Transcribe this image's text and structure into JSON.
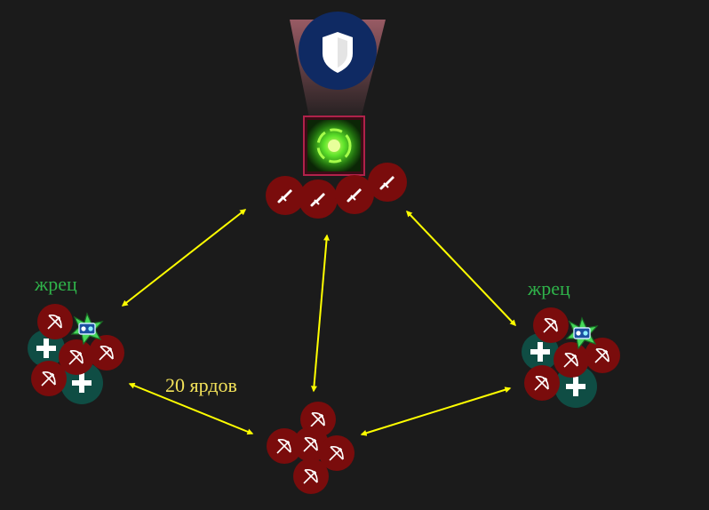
{
  "colors": {
    "background": "#1b1b1b",
    "arrow": "#ffff00",
    "priest_label": "#2fb34a",
    "distance_label": "#f3e25a",
    "dps_circle": "#7a0c0c",
    "healer_circle": "#0f4d44",
    "tank_circle": "#0f2a63",
    "boss_glow": "#5de22a"
  },
  "labels": {
    "priest_left": "жрец",
    "priest_right": "жрец",
    "distance": "20 ярдов"
  },
  "icons": {
    "tank": "shield-icon",
    "boss": "green-vortex-icon",
    "melee": "sword-icon",
    "ranged": "bow-icon",
    "healer": "cross-icon",
    "priest": "starburst-icon"
  }
}
